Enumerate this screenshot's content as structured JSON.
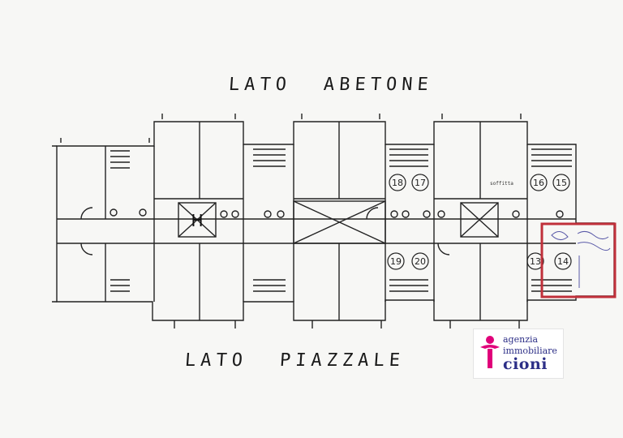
{
  "labels": {
    "top_word1": "LATO",
    "top_word2": "ABETONE",
    "bottom_word1": "LATO",
    "bottom_word2": "PIAZZALE"
  },
  "plan": {
    "stair_symbol": "H",
    "units": [
      "18",
      "17",
      "16",
      "15",
      "19",
      "20",
      "13",
      "14"
    ],
    "highlight_unit": "14",
    "highlight_color": "#c0303a",
    "small_text": "soffitta"
  },
  "logo": {
    "line1": "agenzia",
    "line2": "immobiliare",
    "line3": "cioni",
    "brand_color": "#2d2f87",
    "accent_color": "#e0007a",
    "icon": "agency-logo-icon"
  }
}
